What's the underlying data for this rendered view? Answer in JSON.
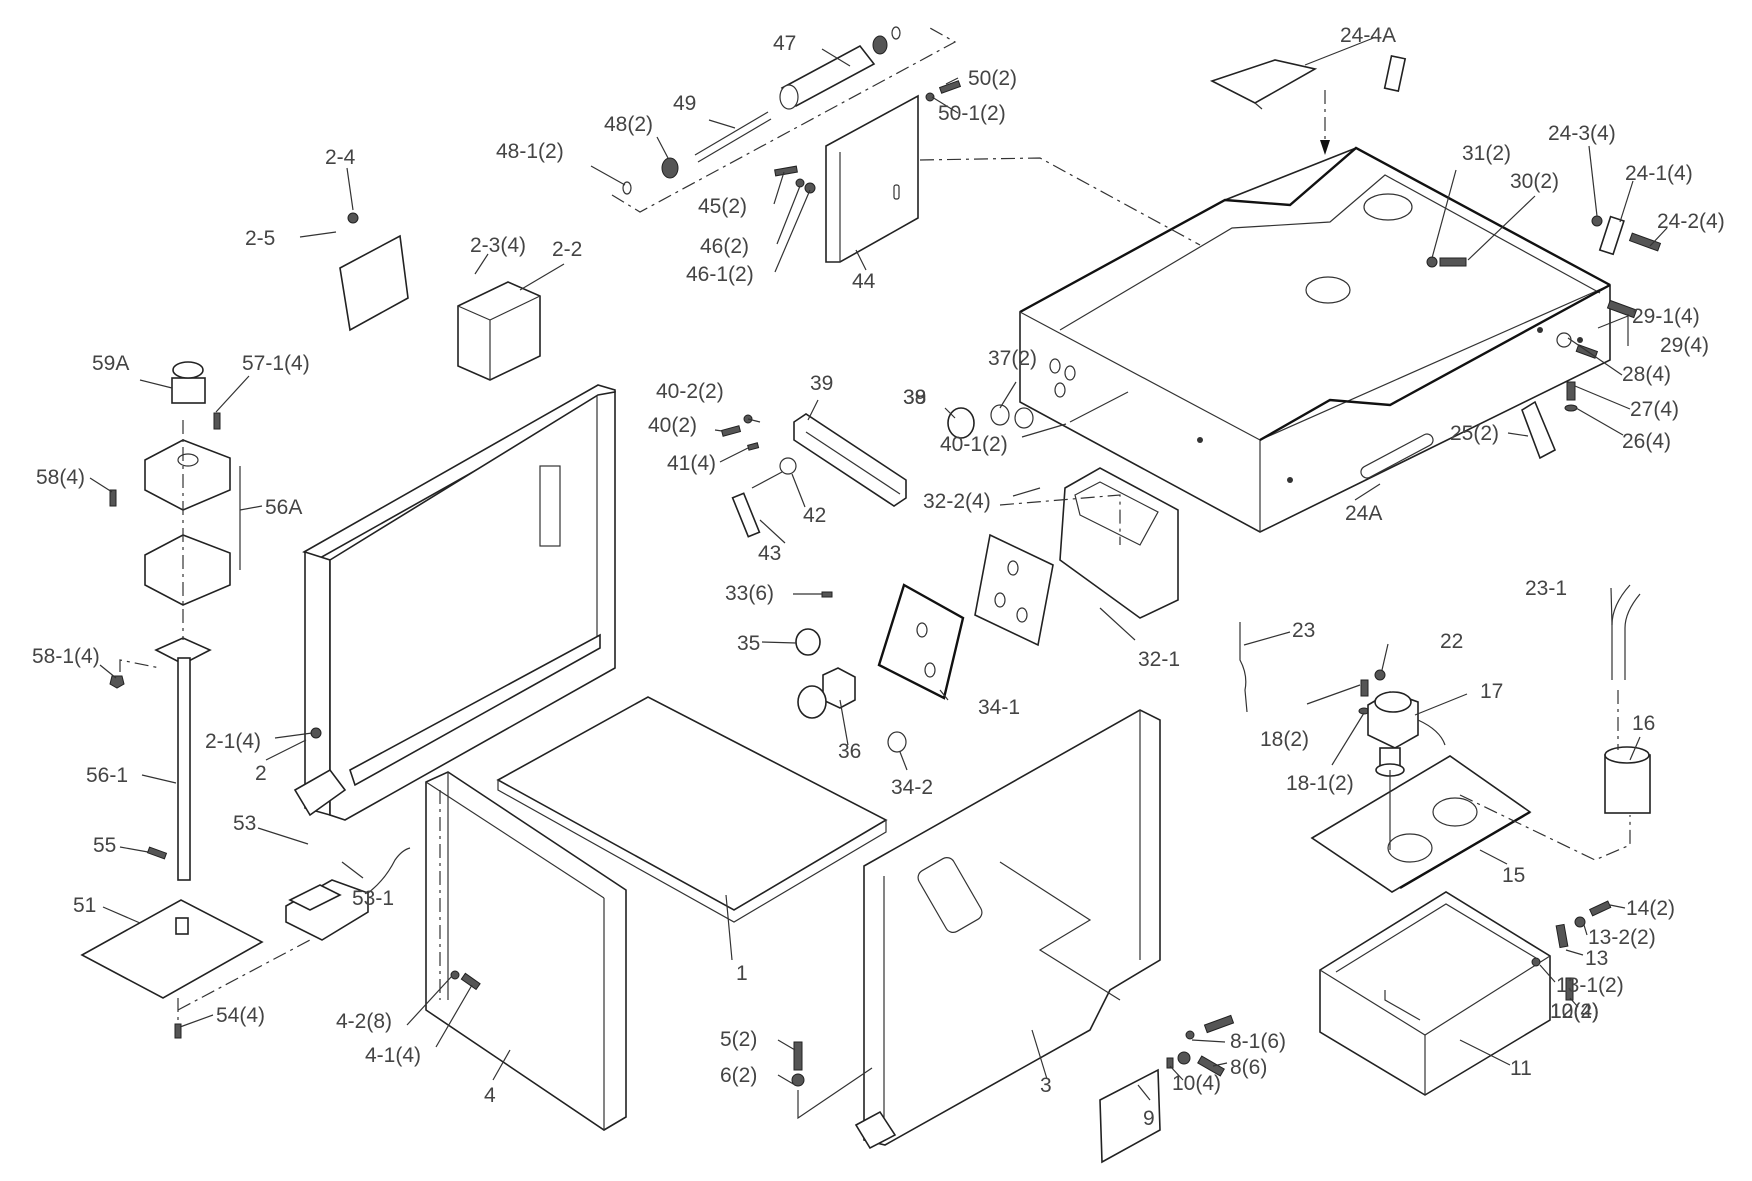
{
  "diagram": {
    "title": "Stand & Coolant System Exploded Parts Diagram",
    "parts": [
      {
        "id": "1",
        "label": "1"
      },
      {
        "id": "2",
        "label": "2"
      },
      {
        "id": "2-1",
        "label": "2-1(4)"
      },
      {
        "id": "2-2",
        "label": "2-2"
      },
      {
        "id": "2-3",
        "label": "2-3(4)"
      },
      {
        "id": "2-4",
        "label": "2-4"
      },
      {
        "id": "2-5",
        "label": "2-5"
      },
      {
        "id": "3",
        "label": "3"
      },
      {
        "id": "4",
        "label": "4"
      },
      {
        "id": "4-1",
        "label": "4-1(4)"
      },
      {
        "id": "4-2",
        "label": "4-2(8)"
      },
      {
        "id": "5",
        "label": "5(2)"
      },
      {
        "id": "6",
        "label": "6(2)"
      },
      {
        "id": "8",
        "label": "8(6)"
      },
      {
        "id": "8-1",
        "label": "8-1(6)"
      },
      {
        "id": "9",
        "label": "9"
      },
      {
        "id": "10",
        "label": "10(4)"
      },
      {
        "id": "11",
        "label": "11"
      },
      {
        "id": "12",
        "label": "12(2)"
      },
      {
        "id": "13",
        "label": "13"
      },
      {
        "id": "13-1",
        "label": "13-1(2)"
      },
      {
        "id": "13-2",
        "label": "13-2(2)"
      },
      {
        "id": "14",
        "label": "14(2)"
      },
      {
        "id": "15",
        "label": "15"
      },
      {
        "id": "16",
        "label": "16"
      },
      {
        "id": "17",
        "label": "17"
      },
      {
        "id": "18",
        "label": "18(2)"
      },
      {
        "id": "18-1",
        "label": "18-1(2)"
      },
      {
        "id": "22",
        "label": "22"
      },
      {
        "id": "23",
        "label": "23"
      },
      {
        "id": "23-1",
        "label": "23-1"
      },
      {
        "id": "24A",
        "label": "24A"
      },
      {
        "id": "24-1",
        "label": "24-1(4)"
      },
      {
        "id": "24-2",
        "label": "24-2(4)"
      },
      {
        "id": "24-3",
        "label": "24-3(4)"
      },
      {
        "id": "24-4A",
        "label": "24-4A"
      },
      {
        "id": "25",
        "label": "25(2)"
      },
      {
        "id": "26",
        "label": "26(4)"
      },
      {
        "id": "27",
        "label": "27(4)"
      },
      {
        "id": "28",
        "label": "28(4)"
      },
      {
        "id": "29",
        "label": "29(4)"
      },
      {
        "id": "29-1",
        "label": "29-1(4)"
      },
      {
        "id": "30",
        "label": "30(2)"
      },
      {
        "id": "31",
        "label": "31(2)"
      },
      {
        "id": "32-1",
        "label": "32-1"
      },
      {
        "id": "32-2",
        "label": "32-2(4)"
      },
      {
        "id": "33",
        "label": "33(6)"
      },
      {
        "id": "34-1",
        "label": "34-1"
      },
      {
        "id": "34-2",
        "label": "34-2"
      },
      {
        "id": "35",
        "label": "35"
      },
      {
        "id": "36",
        "label": "36"
      },
      {
        "id": "37",
        "label": "37(2)"
      },
      {
        "id": "38",
        "label": "38"
      },
      {
        "id": "39",
        "label": "39"
      },
      {
        "id": "40",
        "label": "40(2)"
      },
      {
        "id": "40-1",
        "label": "40-1(2)"
      },
      {
        "id": "40-2",
        "label": "40-2(2)"
      },
      {
        "id": "41",
        "label": "41(4)"
      },
      {
        "id": "42",
        "label": "42"
      },
      {
        "id": "43",
        "label": "43"
      },
      {
        "id": "44",
        "label": "44"
      },
      {
        "id": "45",
        "label": "45(2)"
      },
      {
        "id": "46",
        "label": "46(2)"
      },
      {
        "id": "46-1",
        "label": "46-1(2)"
      },
      {
        "id": "47",
        "label": "47"
      },
      {
        "id": "48",
        "label": "48(2)"
      },
      {
        "id": "48-1",
        "label": "48-1(2)"
      },
      {
        "id": "49",
        "label": "49"
      },
      {
        "id": "50",
        "label": "50(2)"
      },
      {
        "id": "50-1",
        "label": "50-1(2)"
      },
      {
        "id": "51",
        "label": "51"
      },
      {
        "id": "53",
        "label": "53"
      },
      {
        "id": "53-1",
        "label": "53-1"
      },
      {
        "id": "54",
        "label": "54(4)"
      },
      {
        "id": "55",
        "label": "55"
      },
      {
        "id": "56-1",
        "label": "56-1"
      },
      {
        "id": "56A",
        "label": "56A"
      },
      {
        "id": "57-1",
        "label": "57-1(4)"
      },
      {
        "id": "58",
        "label": "58(4)"
      },
      {
        "id": "58-1",
        "label": "58-1(4)"
      },
      {
        "id": "59A",
        "label": "59A"
      }
    ]
  }
}
